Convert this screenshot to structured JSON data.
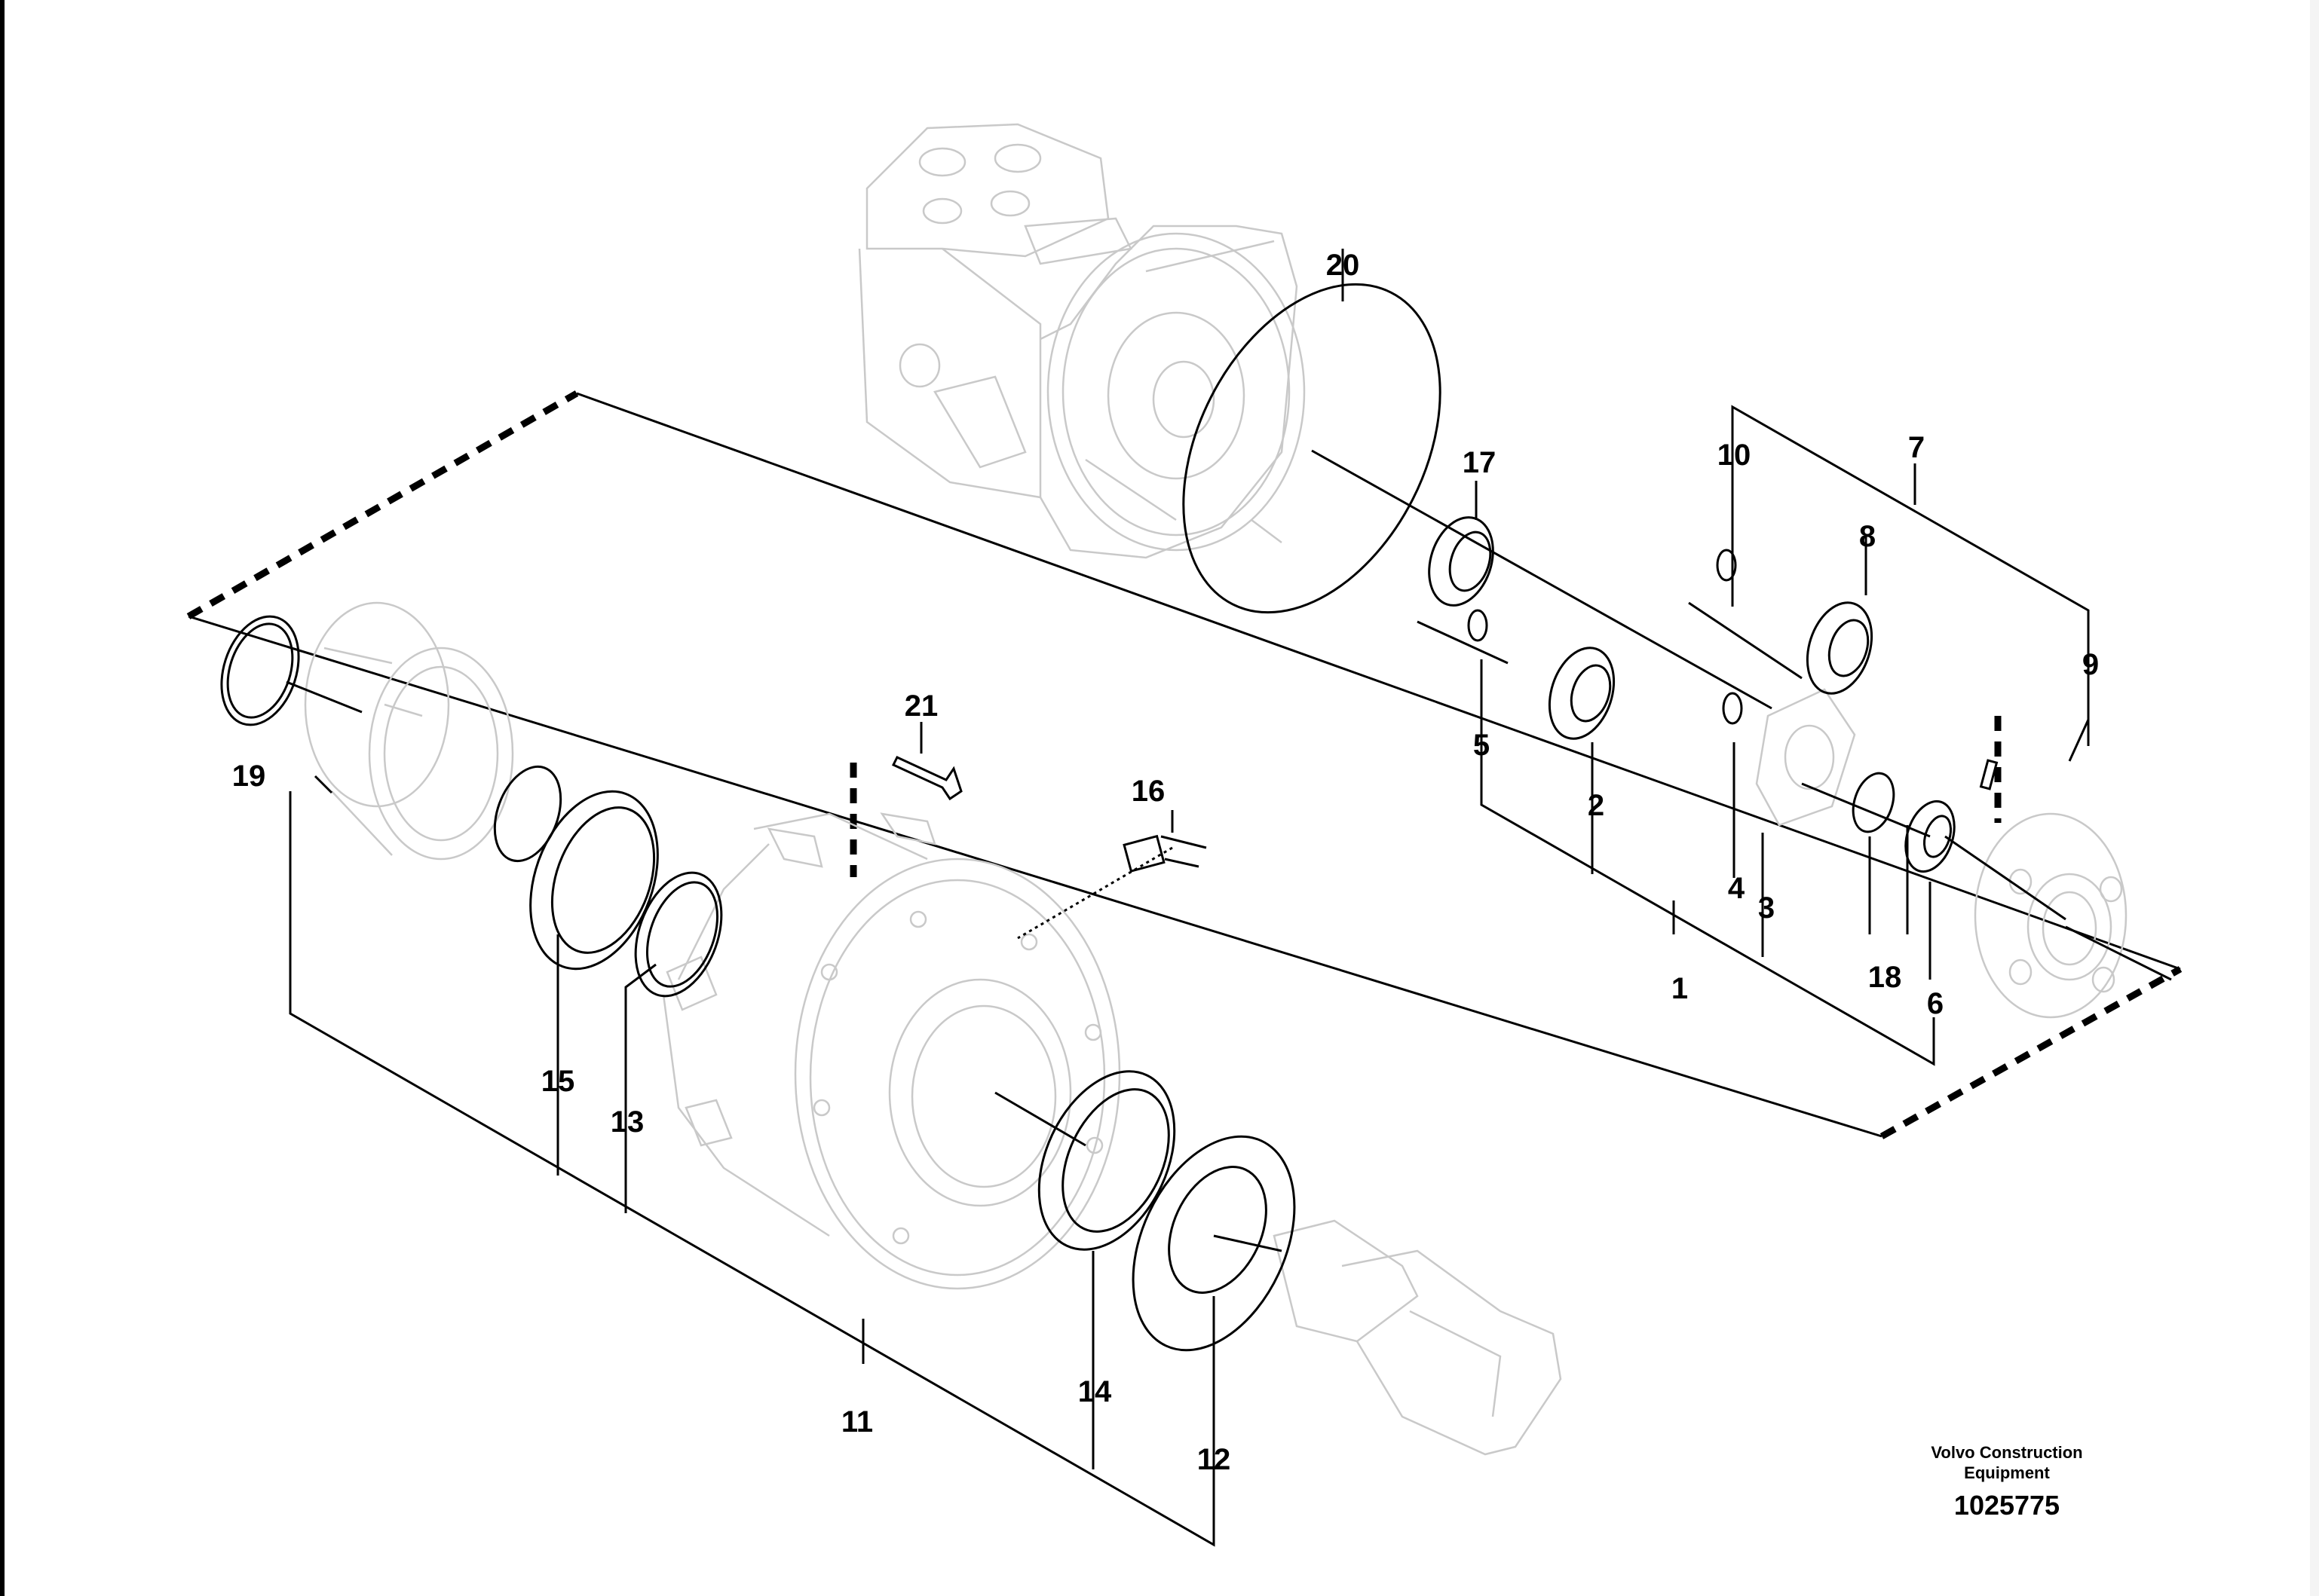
{
  "diagram": {
    "callouts": [
      "1",
      "2",
      "3",
      "4",
      "5",
      "6",
      "7",
      "8",
      "9",
      "10",
      "11",
      "12",
      "13",
      "14",
      "15",
      "16",
      "17",
      "18",
      "19",
      "20",
      "21"
    ],
    "credit_line1": "Volvo Construction",
    "credit_line2": "Equipment",
    "drawing_number": "1025775"
  },
  "colors": {
    "ink": "#000000",
    "ghost": "#c9c9c9"
  }
}
